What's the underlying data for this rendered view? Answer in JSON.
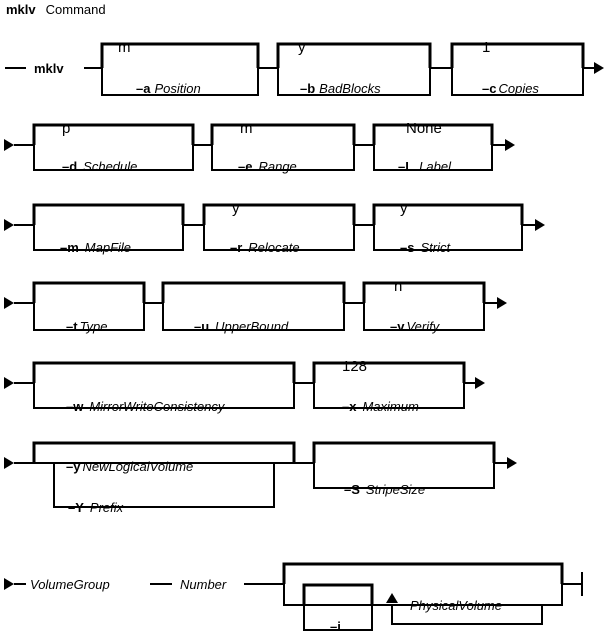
{
  "title": {
    "command": "mklv",
    "word": "Command"
  },
  "row1": {
    "cmd": "mklv",
    "defaults": [
      "m",
      "y",
      "1"
    ],
    "options": [
      {
        "flag": "–a",
        "arg": "Position"
      },
      {
        "flag": "–b",
        "arg": "BadBlocks"
      },
      {
        "flag": "–c",
        "arg": "Copies"
      }
    ]
  },
  "row2": {
    "defaults": [
      "p",
      "m",
      "None"
    ],
    "options": [
      {
        "flag": "–d",
        "arg": "Schedule"
      },
      {
        "flag": "–e",
        "arg": "Range"
      },
      {
        "flag": "–L",
        "arg": "Label"
      }
    ]
  },
  "row3": {
    "defaults": [
      "y",
      "y"
    ],
    "options": [
      {
        "flag": "–m",
        "arg": "MapFile"
      },
      {
        "flag": "–r",
        "arg": "Relocate"
      },
      {
        "flag": "–s",
        "arg": "Strict"
      }
    ]
  },
  "row4": {
    "defaults": [
      "n"
    ],
    "options": [
      {
        "flag": "–t",
        "arg": "Type"
      },
      {
        "flag": "–u",
        "arg": "UpperBound"
      },
      {
        "flag": "–v",
        "arg": "Verify"
      }
    ]
  },
  "row5": {
    "defaults": [
      "128"
    ],
    "options": [
      {
        "flag": "–w",
        "arg": "MirrorWriteConsistency"
      },
      {
        "flag": "–x",
        "arg": "Maximum"
      }
    ]
  },
  "row6": {
    "options": [
      {
        "flag": "–y",
        "arg": "NewLogicalVolume"
      },
      {
        "flag": "–Y",
        "arg": "Prefix"
      },
      {
        "flag": "–S",
        "arg": "StripeSize"
      }
    ]
  },
  "row7": {
    "volume_group": "VolumeGroup",
    "number": "Number",
    "flag_i": "–i",
    "physical_volume": "PhysicalVolume"
  }
}
